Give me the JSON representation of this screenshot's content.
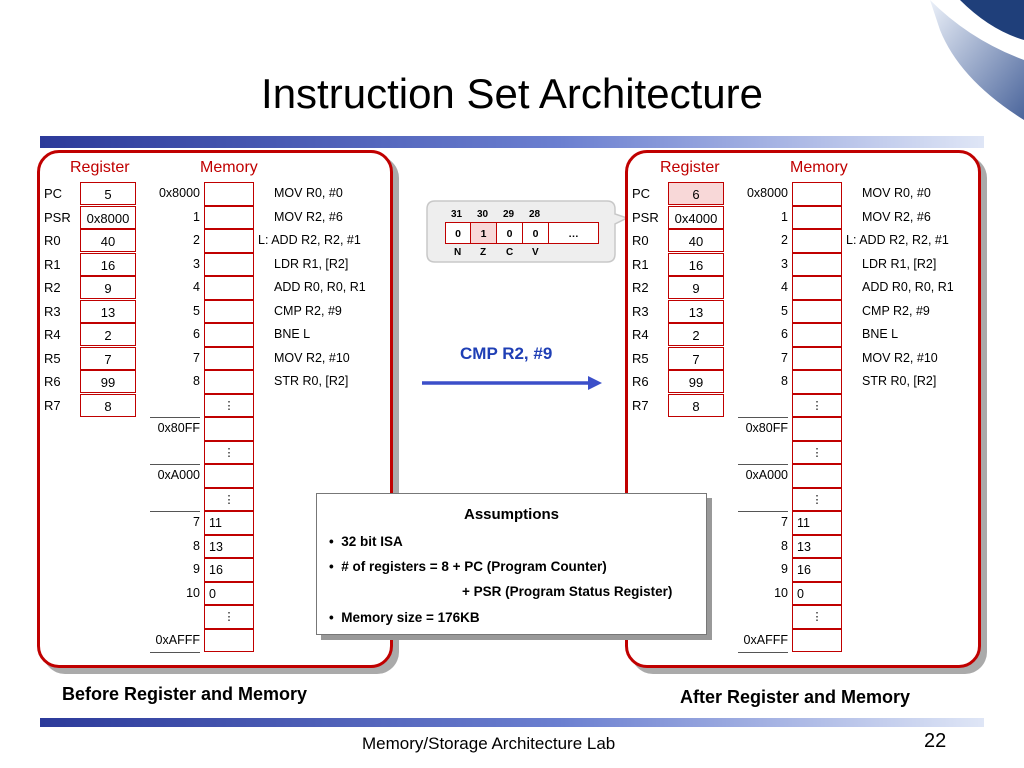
{
  "title": "Instruction Set Architecture",
  "headers": {
    "register": "Register",
    "memory": "Memory"
  },
  "reg_names": [
    "PC",
    "PSR",
    "R0",
    "R1",
    "R2",
    "R3",
    "R4",
    "R5",
    "R6",
    "R7"
  ],
  "before": {
    "reg_values": [
      "5",
      "0x8000",
      "40",
      "16",
      "9",
      "13",
      "2",
      "7",
      "99",
      "8"
    ],
    "caption": "Before Register and Memory"
  },
  "after": {
    "reg_values": [
      "6",
      "0x4000",
      "40",
      "16",
      "9",
      "13",
      "2",
      "7",
      "99",
      "8"
    ],
    "caption": "After Register and Memory"
  },
  "memory": {
    "addresses": [
      "0x8000",
      "1",
      "2",
      "3",
      "4",
      "5",
      "6",
      "7",
      "8",
      "",
      "0x80FF",
      "",
      "0xA000",
      "",
      "7",
      "8",
      "9",
      "10",
      "",
      "0xAFFF"
    ],
    "values": [
      "",
      "",
      "",
      "",
      "",
      "",
      "",
      "",
      "",
      "⋮",
      "",
      "⋮",
      "",
      "⋮",
      "11",
      "13",
      "16",
      "0",
      "⋮",
      ""
    ],
    "instructions": [
      "MOV R0, #0",
      "MOV R2, #6",
      "L: ADD R2, R2, #1",
      "LDR R1, [R2]",
      "ADD R0, R0, R1",
      "CMP R2, #9",
      "BNE L",
      "MOV R2, #10",
      "STR R0, [R2]"
    ]
  },
  "psr_box": {
    "bits": [
      "31",
      "30",
      "29",
      "28"
    ],
    "values": [
      "0",
      "1",
      "0",
      "0",
      "…"
    ],
    "flags": [
      "N",
      "Z",
      "C",
      "V"
    ]
  },
  "arrow_label": "CMP R2, #9",
  "assumptions": {
    "title": "Assumptions",
    "items": [
      "32 bit ISA",
      "# of registers = 8 + PC (Program Counter)",
      "Memory size = 176KB"
    ],
    "continuation": "+ PSR (Program Status Register)"
  },
  "footer": {
    "lab": "Memory/Storage Architecture Lab",
    "page": "22"
  },
  "colors": {
    "accent": "#c00000",
    "bar": "#4a58b8",
    "arrow": "#3b4fc9",
    "highlight": "#f8d8d8"
  }
}
